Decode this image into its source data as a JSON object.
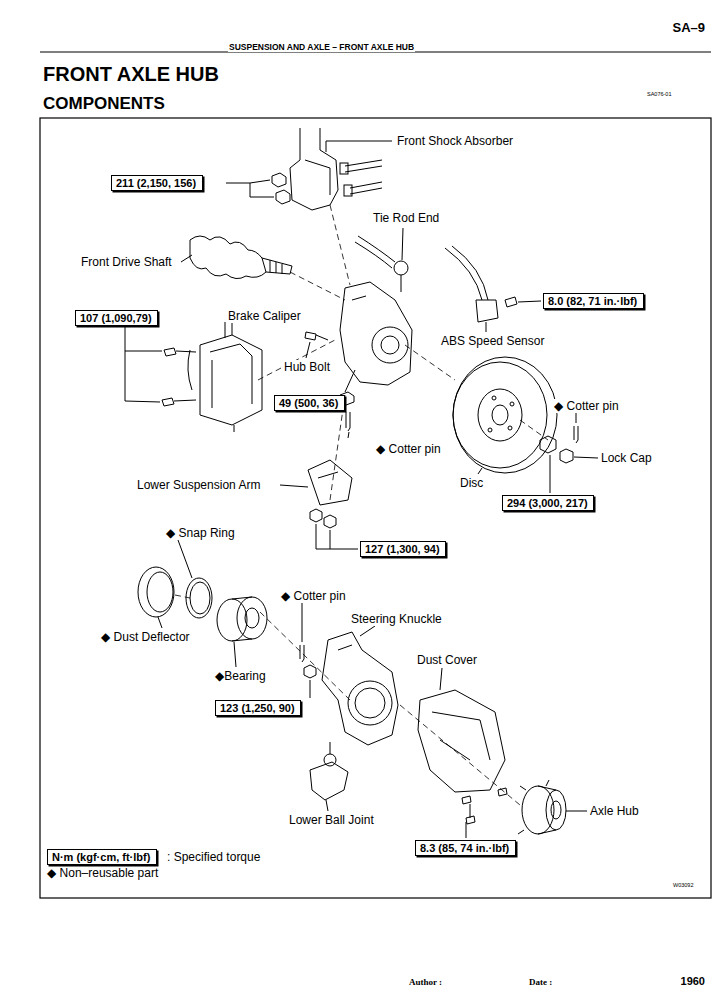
{
  "diagram": {
    "title": "FRONT AXLE HUB",
    "nodes": [
      {
        "text": [
          "211 (2,150, 156)"
        ]
      },
      {
        "text": [
          "8.0 (82, 71 in.·lbf)"
        ]
      },
      {
        "text": [
          "107 (1,090,79)"
        ]
      },
      {
        "text": [
          "49 (500, 36)"
        ]
      },
      {
        "text": [
          "294 (3,000, 217)"
        ]
      },
      {
        "text": [
          "127 (1,300, 94)"
        ]
      },
      {
        "text": [
          "123 (1,250, 90)"
        ]
      },
      {
        "text": [
          "8.3 (85, 74 in.·lbf)"
        ]
      },
      {
        "text": [
          "N·m (kgf·cm, ft·lbf)"
        ]
      }
    ],
    "labels": [
      "SA–9",
      "SUSPENSION AND AXLE – FRONT AXLE HUB",
      "COMPONENTS",
      "SA076-01",
      "Front Shock Absorber",
      "Tie Rod End",
      "Front Drive Shaft",
      "Brake Caliper",
      "ABS Speed Sensor",
      "Hub Bolt",
      "◆ Cotter pin",
      "◆ Cotter pin",
      "Lock Cap",
      "Disc",
      "Lower Suspension Arm",
      "◆ Snap Ring",
      "◆ Cotter pin",
      "Steering Knuckle",
      "◆ Dust Deflector",
      "Dust Cover",
      "◆Bearing",
      "Lower Ball Joint",
      "Axle Hub",
      ": Specified torque",
      "◆ Non–reusable part",
      "W03092",
      "Author :",
      "Date :",
      "1960"
    ]
  }
}
